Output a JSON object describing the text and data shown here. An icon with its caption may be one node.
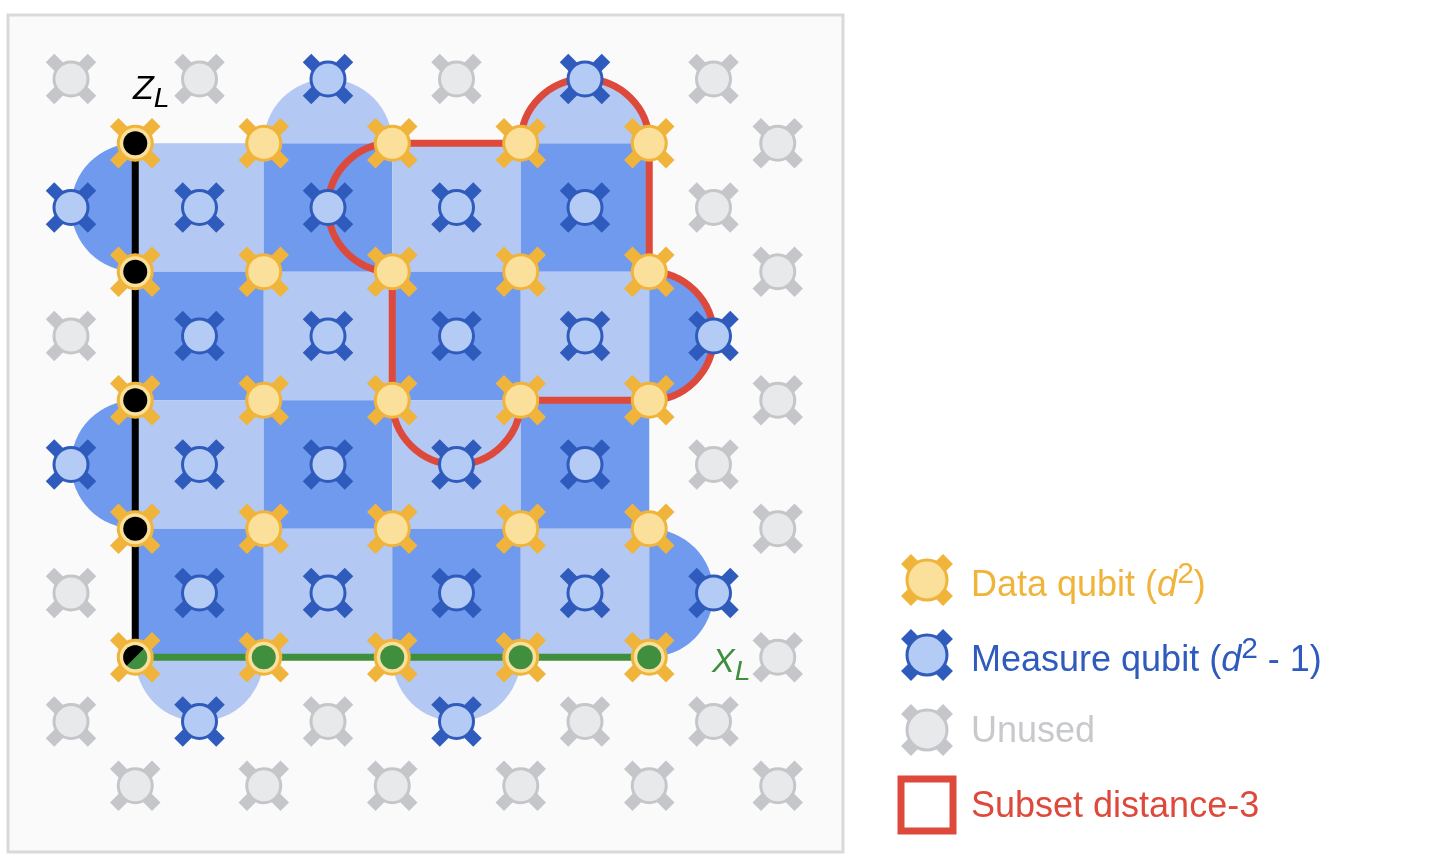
{
  "diagram": {
    "labels": [
      "Z$_{L}$",
      "X$_{L}$"
    ],
    "legend": [
      {
        "text": "Data qubit (*d*$^{2}$)"
      },
      {
        "text": "Measure qubit (*d*$^{2}$ - 1)"
      },
      {
        "text": "Unused"
      },
      {
        "text": "Subset distance-3"
      }
    ]
  }
}
